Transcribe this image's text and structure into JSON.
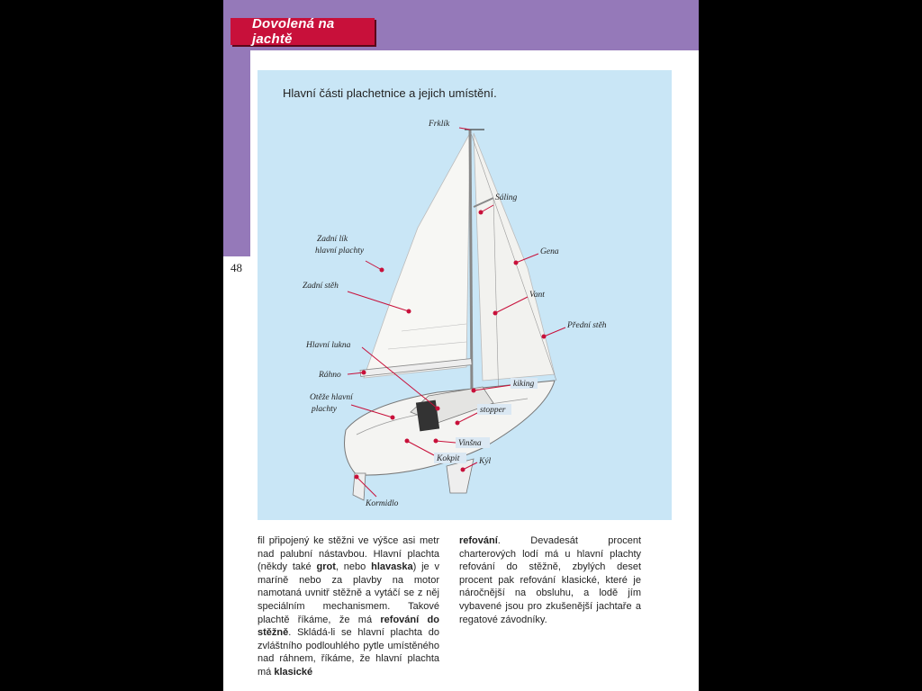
{
  "header": {
    "chapter_title": "Dovolená na jachtě"
  },
  "page_number": "48",
  "figure": {
    "caption": "Hlavní části plachetnice a jejich umístění.",
    "labels": {
      "frklik": "Frklík",
      "saling": "Sáling",
      "zadni_lik_1": "Zadní lík",
      "zadni_lik_2": "hlavní plachty",
      "gena": "Gena",
      "zadni_steh": "Zadní stěh",
      "vant": "Vant",
      "predni_steh": "Přední stěh",
      "hlavni_lukna": "Hlavní lukna",
      "rahno": "Ráhno",
      "kiking": "kiking",
      "oteze_1": "Otěže hlavní",
      "oteze_2": "plachty",
      "stopper": "stopper",
      "vinsna": "Vinšna",
      "kokpit": "Kokpit",
      "kyl": "Kýl",
      "kormidlo": "Kormidlo"
    }
  },
  "column1": {
    "p1": "fil připojený ke stěžni ve výšce asi metr nad palubní nástavbou. Hlavní plachta (někdy také ",
    "b1": "grot",
    "p2": ", nebo ",
    "b2": "hlavaska",
    "p3": ") je v maríně nebo za plavby na motor namotaná uvnitř stěžně a vytáčí se z něj speciálním mechanismem. Takové plachtě říkáme, že má ",
    "b3": "refování do stěžně",
    "p4": ". Skládá-li se hlavní plachta do zvláštního podlouhlého pytle umístěného nad ráhnem, říkáme, že hlavní plachta má ",
    "b4": "klasické"
  },
  "column2": {
    "b1": "refování",
    "p1": ". Devadesát procent charterových lodí má u hlavní plachty refování do stěžně, zbylých deset procent pak refování klasické, které je náročnější na obsluhu, a lodě jím vybavené jsou pro zkušenější jachtaře a regatové závodníky."
  }
}
